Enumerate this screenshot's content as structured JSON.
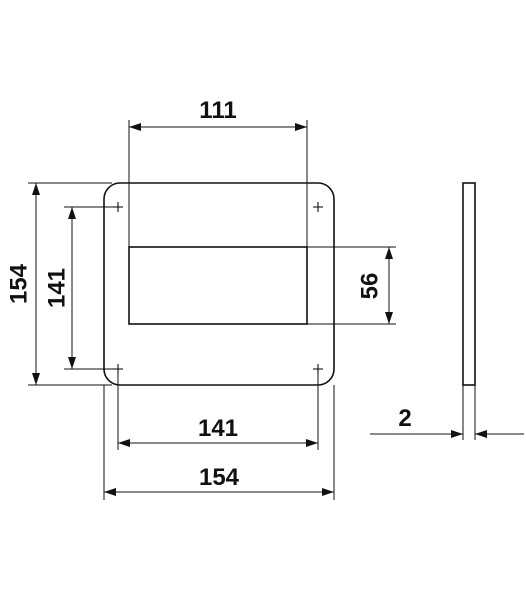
{
  "drawing": {
    "dims": {
      "top_width": "111",
      "outer_height": "154",
      "inner_height": "141",
      "opening_height": "56",
      "inner_width": "141",
      "outer_width": "154",
      "thickness": "2"
    }
  }
}
